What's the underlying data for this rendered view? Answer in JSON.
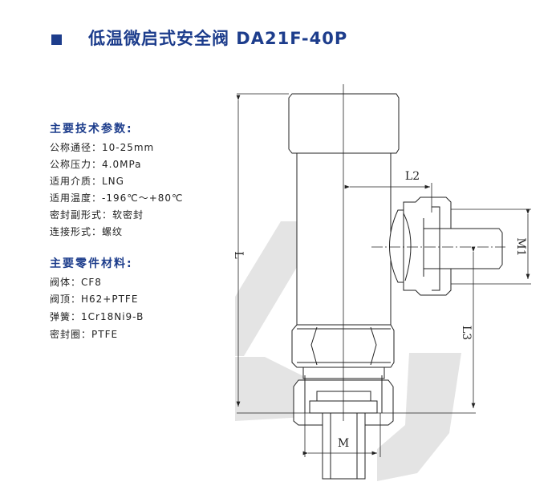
{
  "title": "低温微启式安全阀  DA21F-40P",
  "specs": {
    "heading": "主要技术参数:",
    "items": [
      "公称通径：10-25mm",
      "公称压力：4.0MPa",
      "适用介质：LNG",
      "适用温度：-196℃～+80℃",
      "密封副形式：软密封",
      "连接形式：螺纹"
    ]
  },
  "materials": {
    "heading": "主要零件材料:",
    "items": [
      "阀体：CF8",
      "阀顶：H62+PTFE",
      "弹簧：1Cr18Ni9-B",
      "密封圈：PTFE"
    ]
  },
  "drawing": {
    "dim_L": "L",
    "dim_L2": "L2",
    "dim_L3": "L3",
    "dim_M1": "M1",
    "dim_M": "M"
  }
}
